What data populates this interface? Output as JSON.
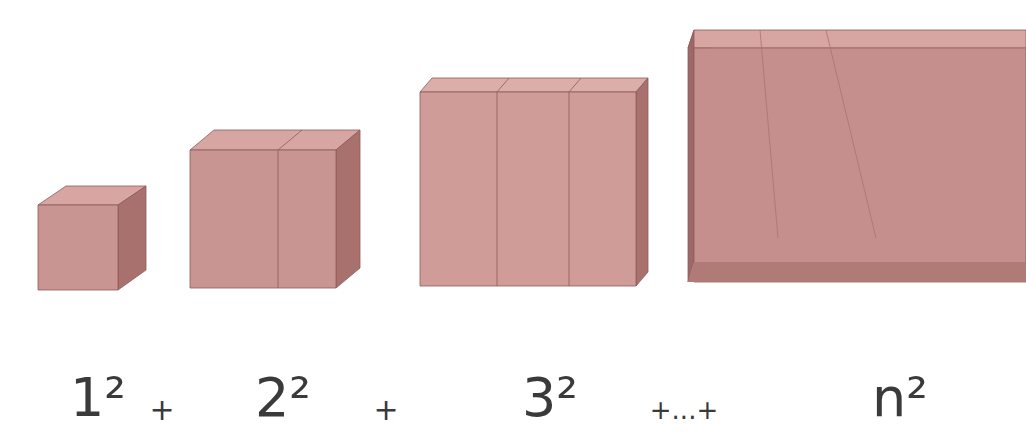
{
  "diagram": {
    "labels": [
      "1²",
      "+",
      "2²",
      "+",
      "3²",
      "+...+",
      "n²"
    ]
  }
}
